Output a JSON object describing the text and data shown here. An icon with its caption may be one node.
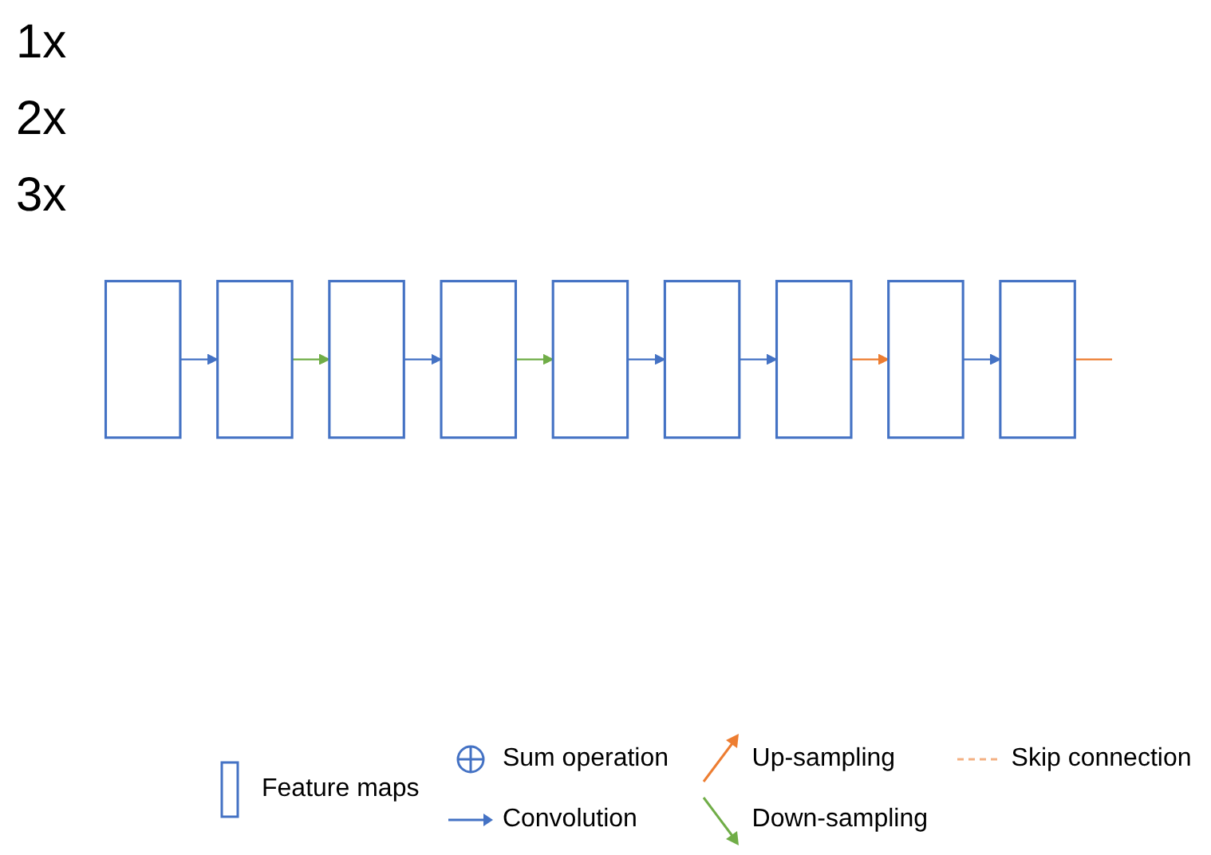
{
  "diagram": {
    "nodes": [
      {
        "text": [],
        "shape": "box"
      },
      {
        "text": [],
        "shape": "box"
      },
      {
        "text": [],
        "shape": "box"
      },
      {
        "text": [],
        "shape": "box"
      },
      {
        "text": [],
        "shape": "box"
      },
      {
        "text": [],
        "shape": "box"
      },
      {
        "text": [],
        "shape": "box"
      },
      {
        "text": [],
        "shape": "box"
      },
      {
        "text": [],
        "shape": "box"
      }
    ],
    "edges": [
      {
        "from": 0,
        "to": 1,
        "arrow": "to"
      },
      {
        "from": 1,
        "to": 2,
        "arrow": "to",
        "color": "#70ad47"
      },
      {
        "from": 2,
        "to": 3,
        "arrow": "to"
      },
      {
        "from": 3,
        "to": 4,
        "arrow": "to",
        "color": "#70ad47"
      },
      {
        "from": 4,
        "to": 5,
        "arrow": "to"
      },
      {
        "from": 5,
        "to": 6,
        "arrow": "to"
      },
      {
        "from": 6,
        "to": 7,
        "arrow": "to",
        "color": "#ed7d31"
      },
      {
        "from": 7,
        "to": 8,
        "arrow": "to"
      },
      {
        "from": 8,
        "to": null,
        "arrow": "none",
        "color": "#ed7d31"
      }
    ],
    "labels": [
      "1x",
      "2x",
      "3x"
    ],
    "legend": [
      {
        "text": "Feature maps"
      },
      {
        "text": "Sum operation"
      },
      {
        "text": "Up-sampling"
      },
      {
        "text": "Skip connection"
      },
      {
        "text": "Convolution"
      },
      {
        "text": "Down-sampling"
      }
    ]
  }
}
